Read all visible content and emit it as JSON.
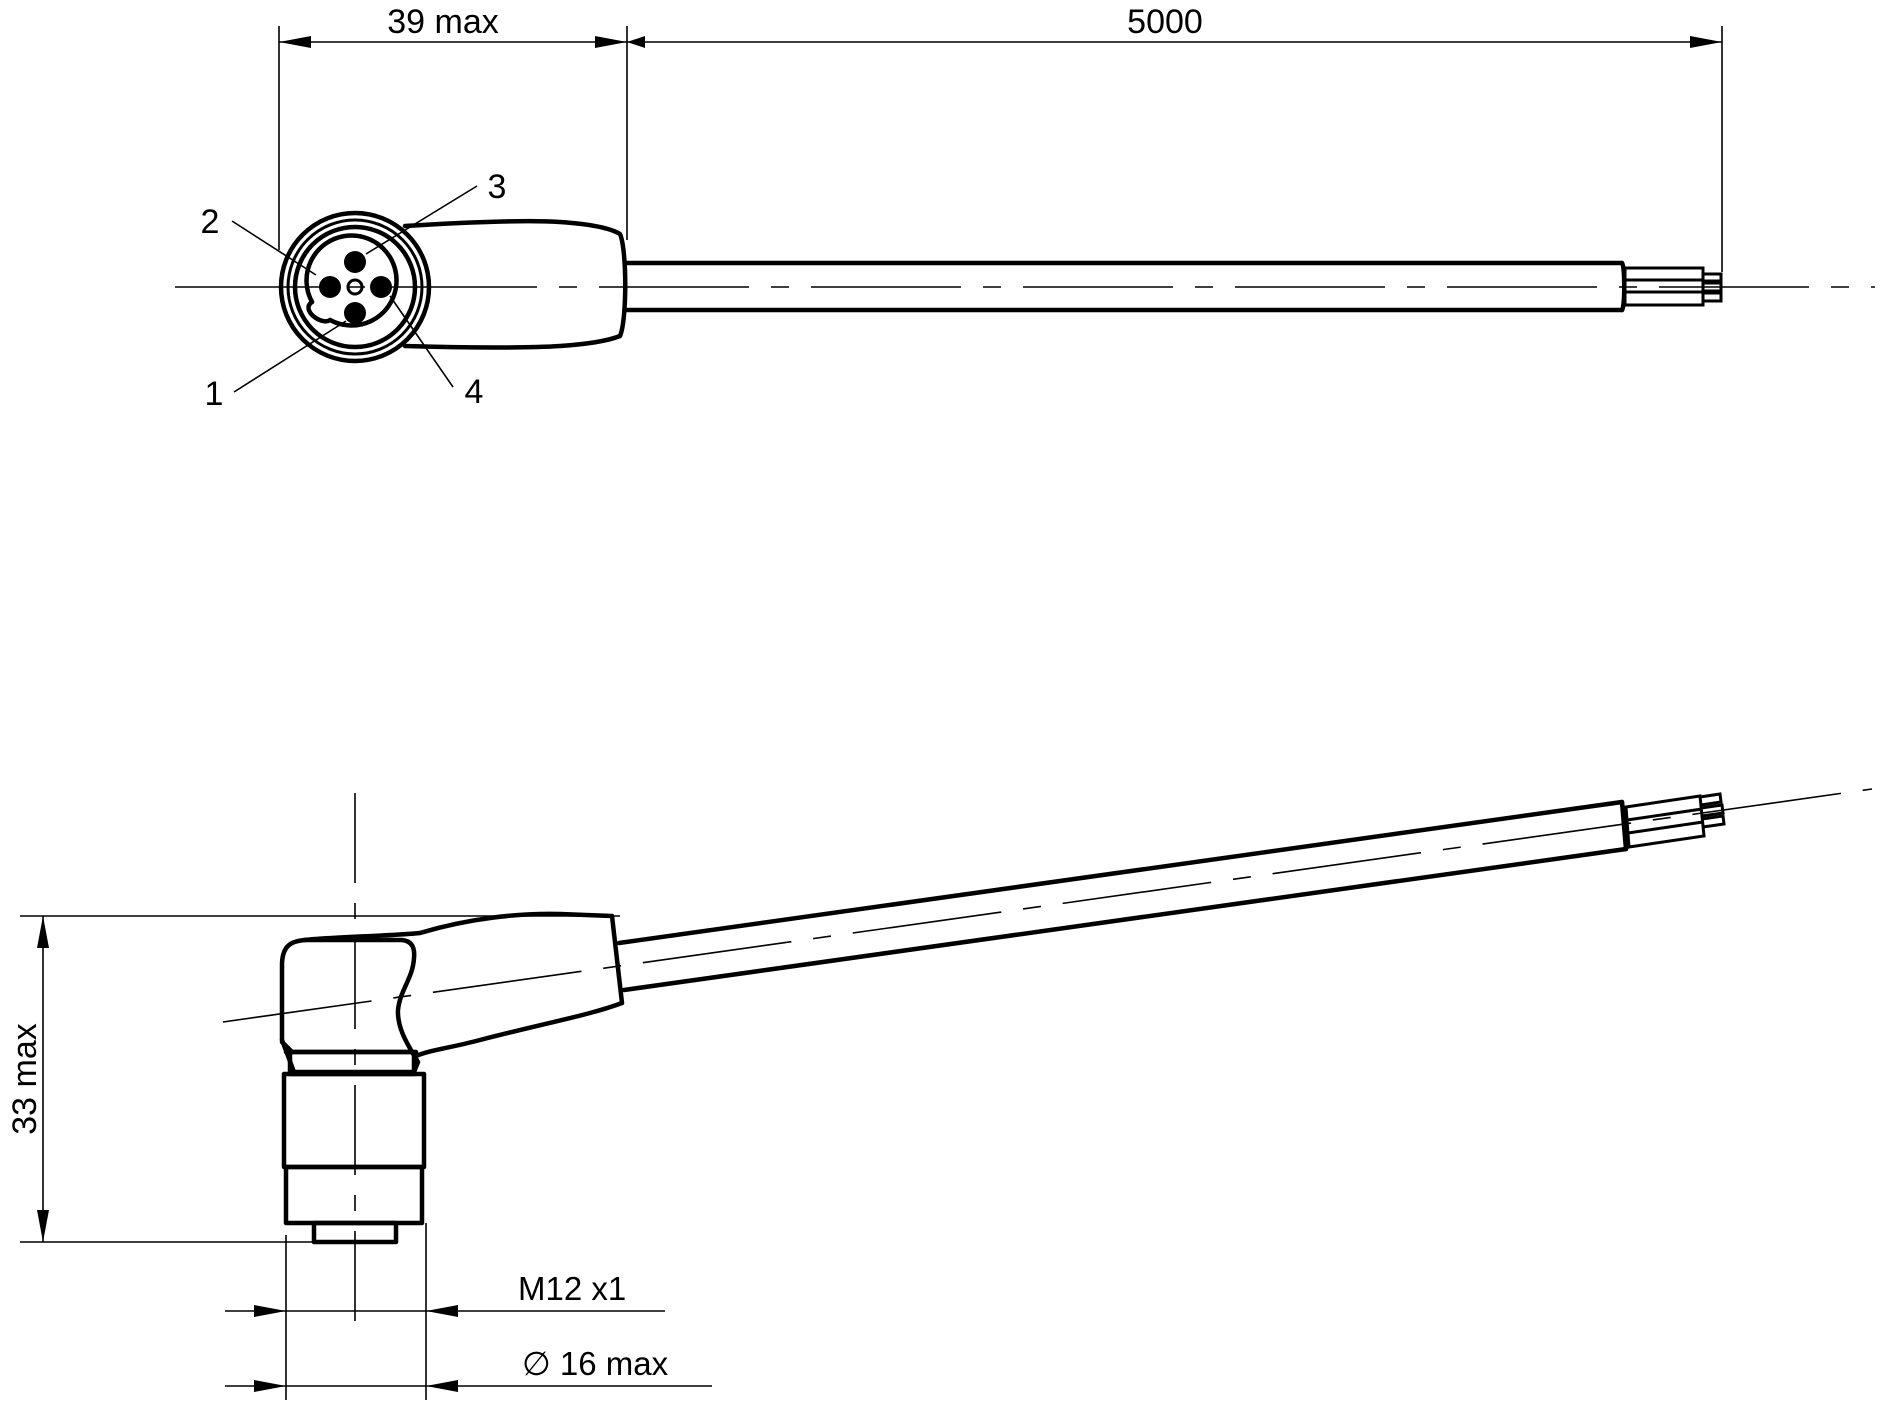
{
  "drawing": {
    "type": "technical-drawing",
    "subject": "M12 angled female connector with cable",
    "line_color": "#000000",
    "background": "#ffffff"
  },
  "top_view": {
    "dimensions": {
      "connector_length": "39 max",
      "cable_length": "5000"
    },
    "pin_labels": {
      "pin1": "1",
      "pin2": "2",
      "pin3": "3",
      "pin4": "4"
    }
  },
  "side_view": {
    "dimensions": {
      "height": "33 max",
      "thread": "M12 x1",
      "diameter": "∅ 16 max"
    }
  }
}
